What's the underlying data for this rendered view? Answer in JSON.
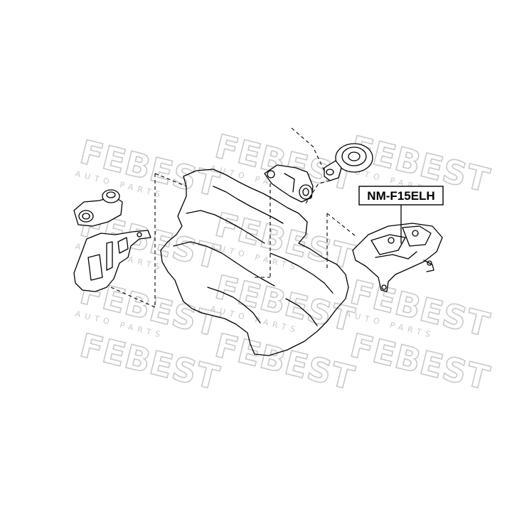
{
  "watermark": {
    "brand": "FEBEST",
    "sub": "AUTO PARTS"
  },
  "part_label": {
    "text": "NM-F15ELH"
  }
}
